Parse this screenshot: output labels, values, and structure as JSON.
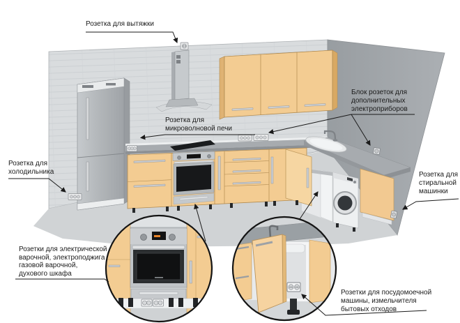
{
  "diagram": {
    "type": "kitchen-outlet-placement-scheme",
    "language": "ru",
    "colors": {
      "background": "#ffffff",
      "cabinet_beige": "#f3cc92",
      "cabinet_beige_dark": "#dcae6c",
      "wall_tile_light": "#d9dcde",
      "wall_right_gray": "#a3a7ab",
      "countertop_gray": "#a0a4a8",
      "appliance_steel": "#c0c4c7",
      "oven_glass_black": "#141618",
      "callout_line": "#1a1a1a"
    }
  },
  "labels": {
    "hood": "Розетка для вытяжки",
    "microwave": "Розетка для\nмикроволновой печи",
    "fridge": "Розетка для\nхолодильника",
    "outlet_block": "Блок розеток для\nдополнительных\nэлектроприборов",
    "washer": "Розетка для\nстиральной\nмашинки",
    "cooktop": "Розетки для электрической\nварочной, электроподжига\nгазовой варочной,\nдухового шкафа",
    "dishwasher": "Розетки для посудомоечной\nмашины, измельчителя\nбытовых отходов"
  },
  "outlets": [
    {
      "icon": "socket-icon",
      "purpose": "hood"
    },
    {
      "icon": "socket-icon",
      "purpose": "microwave"
    },
    {
      "icon": "socket-icon",
      "purpose": "refrigerator"
    },
    {
      "icon": "socket-icon",
      "purpose": "additional-appliances-block-1"
    },
    {
      "icon": "socket-icon",
      "purpose": "additional-appliances-block-2"
    },
    {
      "icon": "socket-icon",
      "purpose": "additional-appliances-right-wall"
    },
    {
      "icon": "socket-icon",
      "purpose": "washing-machine"
    },
    {
      "icon": "socket-icon",
      "purpose": "cooktop-oven-behind-plinth"
    },
    {
      "icon": "socket-icon",
      "purpose": "dishwasher-under-sink"
    }
  ]
}
